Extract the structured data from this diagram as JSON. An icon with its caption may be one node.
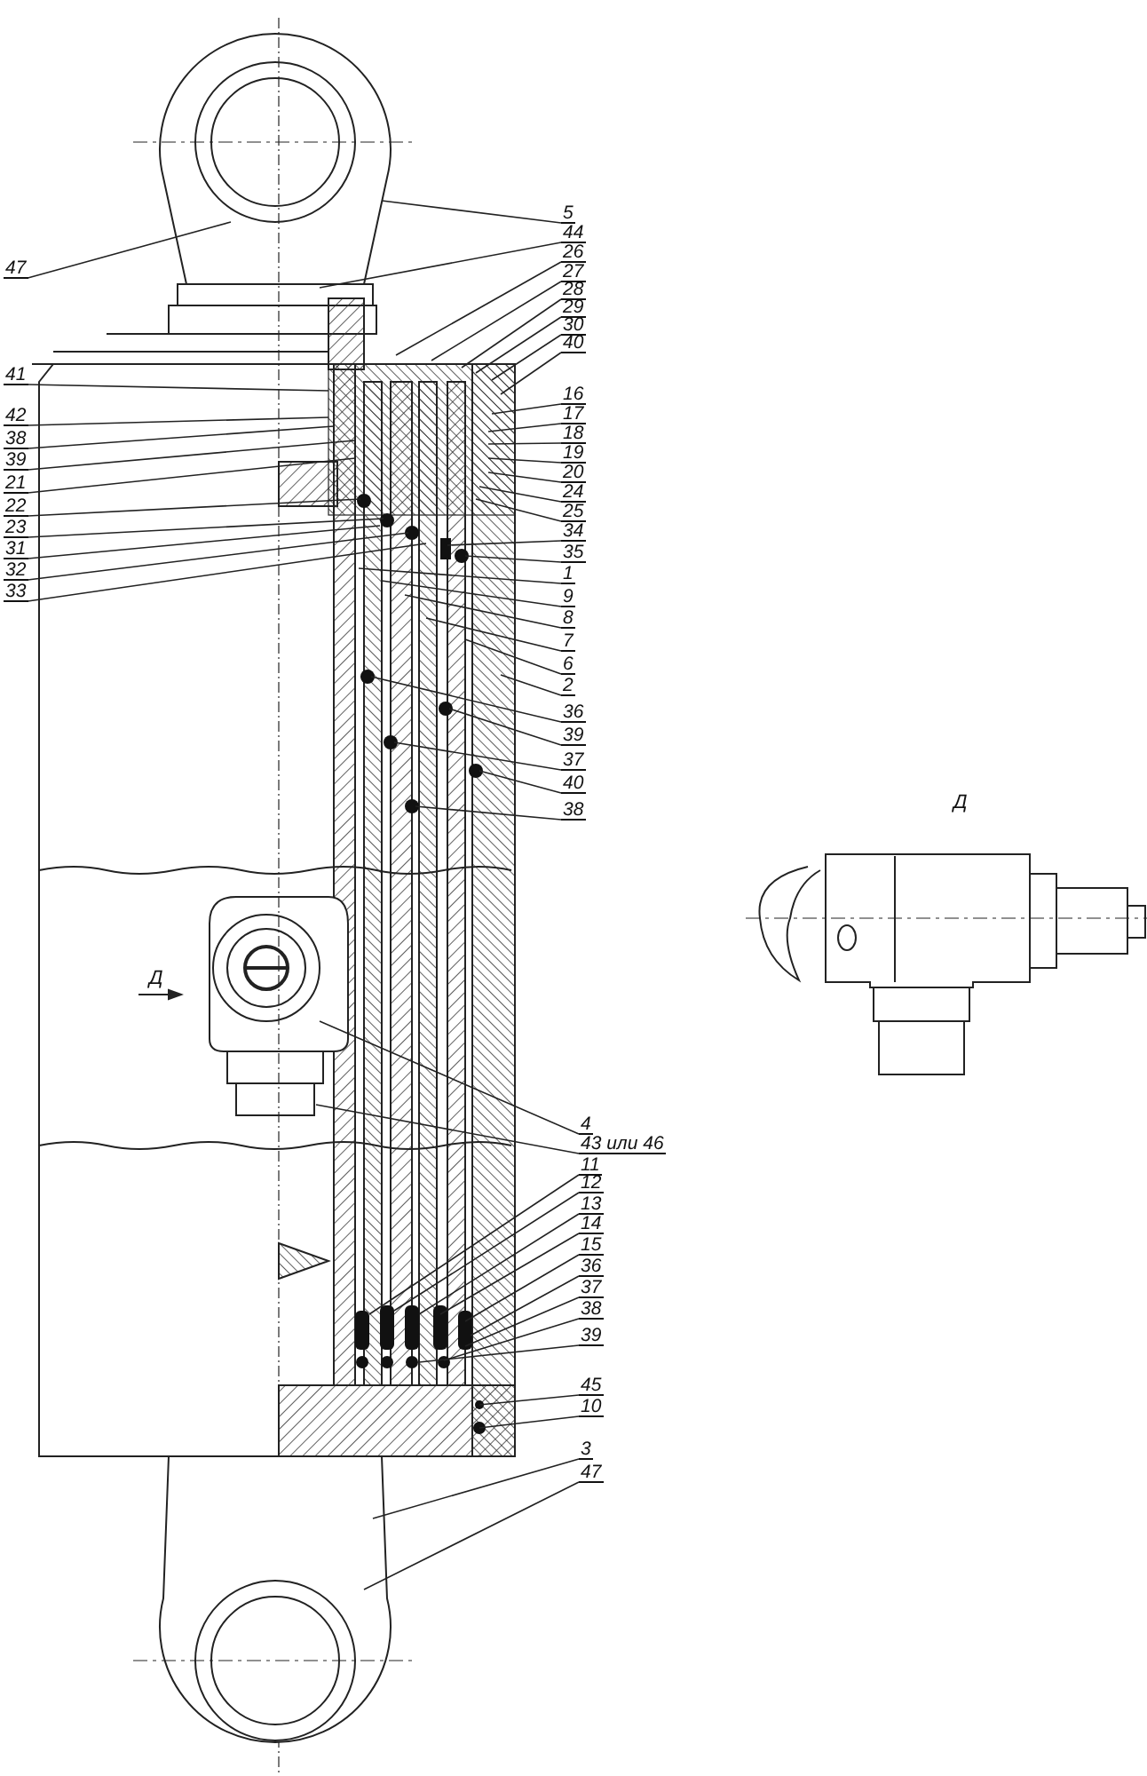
{
  "diagram": {
    "nodes": [
      {
        "text": [
          "5"
        ]
      },
      {
        "text": [
          "44"
        ]
      },
      {
        "text": [
          "26"
        ]
      },
      {
        "text": [
          "27"
        ]
      },
      {
        "text": [
          "28"
        ]
      },
      {
        "text": [
          "29"
        ]
      },
      {
        "text": [
          "30"
        ]
      },
      {
        "text": [
          "40"
        ]
      },
      {
        "text": [
          "16"
        ]
      },
      {
        "text": [
          "17"
        ]
      },
      {
        "text": [
          "18"
        ]
      },
      {
        "text": [
          "19"
        ]
      },
      {
        "text": [
          "20"
        ]
      },
      {
        "text": [
          "24"
        ]
      },
      {
        "text": [
          "25"
        ]
      },
      {
        "text": [
          "34"
        ]
      },
      {
        "text": [
          "35"
        ]
      },
      {
        "text": [
          "1"
        ]
      },
      {
        "text": [
          "9"
        ]
      },
      {
        "text": [
          "8"
        ]
      },
      {
        "text": [
          "7"
        ]
      },
      {
        "text": [
          "6"
        ]
      },
      {
        "text": [
          "2"
        ]
      },
      {
        "text": [
          "36"
        ]
      },
      {
        "text": [
          "39"
        ]
      },
      {
        "text": [
          "37"
        ]
      },
      {
        "text": [
          "40"
        ]
      },
      {
        "text": [
          "38"
        ]
      },
      {
        "text": [
          "47"
        ]
      },
      {
        "text": [
          "41"
        ]
      },
      {
        "text": [
          "42"
        ]
      },
      {
        "text": [
          "38"
        ]
      },
      {
        "text": [
          "39"
        ]
      },
      {
        "text": [
          "21"
        ]
      },
      {
        "text": [
          "22"
        ]
      },
      {
        "text": [
          "23"
        ]
      },
      {
        "text": [
          "31"
        ]
      },
      {
        "text": [
          "32"
        ]
      },
      {
        "text": [
          "33"
        ]
      },
      {
        "text": [
          "4"
        ]
      },
      {
        "text": [
          "43 или 46"
        ]
      },
      {
        "text": [
          "11"
        ]
      },
      {
        "text": [
          "12"
        ]
      },
      {
        "text": [
          "13"
        ]
      },
      {
        "text": [
          "14"
        ]
      },
      {
        "text": [
          "15"
        ]
      },
      {
        "text": [
          "36"
        ]
      },
      {
        "text": [
          "37"
        ]
      },
      {
        "text": [
          "38"
        ]
      },
      {
        "text": [
          "39"
        ]
      },
      {
        "text": [
          "45"
        ]
      },
      {
        "text": [
          "10"
        ]
      },
      {
        "text": [
          "3"
        ]
      },
      {
        "text": [
          "47"
        ]
      }
    ],
    "edges": [
      {
        "from": 0,
        "to": null,
        "arrow": "none"
      },
      {
        "from": 1,
        "to": null,
        "arrow": "none"
      },
      {
        "from": 2,
        "to": null,
        "arrow": "none"
      },
      {
        "from": 3,
        "to": null,
        "arrow": "none"
      },
      {
        "from": 4,
        "to": null,
        "arrow": "none"
      },
      {
        "from": 5,
        "to": null,
        "arrow": "none"
      },
      {
        "from": 6,
        "to": null,
        "arrow": "none"
      },
      {
        "from": 7,
        "to": null,
        "arrow": "none"
      },
      {
        "from": 8,
        "to": null,
        "arrow": "none"
      },
      {
        "from": 9,
        "to": null,
        "arrow": "none"
      },
      {
        "from": 10,
        "to": null,
        "arrow": "none"
      },
      {
        "from": 11,
        "to": null,
        "arrow": "none"
      },
      {
        "from": 12,
        "to": null,
        "arrow": "none"
      },
      {
        "from": 13,
        "to": null,
        "arrow": "none"
      },
      {
        "from": 14,
        "to": null,
        "arrow": "none"
      },
      {
        "from": 15,
        "to": null,
        "arrow": "none"
      },
      {
        "from": 16,
        "to": null,
        "arrow": "none"
      },
      {
        "from": 17,
        "to": null,
        "arrow": "none"
      },
      {
        "from": 18,
        "to": null,
        "arrow": "none"
      },
      {
        "from": 19,
        "to": null,
        "arrow": "none"
      },
      {
        "from": 20,
        "to": null,
        "arrow": "none"
      },
      {
        "from": 21,
        "to": null,
        "arrow": "none"
      },
      {
        "from": 22,
        "to": null,
        "arrow": "none"
      },
      {
        "from": 23,
        "to": null,
        "arrow": "none"
      },
      {
        "from": 24,
        "to": null,
        "arrow": "none"
      },
      {
        "from": 25,
        "to": null,
        "arrow": "none"
      },
      {
        "from": 26,
        "to": null,
        "arrow": "none"
      },
      {
        "from": 27,
        "to": null,
        "arrow": "none"
      },
      {
        "from": 28,
        "to": null,
        "arrow": "none"
      },
      {
        "from": 29,
        "to": null,
        "arrow": "none"
      },
      {
        "from": 30,
        "to": null,
        "arrow": "none"
      },
      {
        "from": 31,
        "to": null,
        "arrow": "none"
      },
      {
        "from": 32,
        "to": null,
        "arrow": "none"
      },
      {
        "from": 33,
        "to": null,
        "arrow": "none"
      },
      {
        "from": 34,
        "to": null,
        "arrow": "none"
      },
      {
        "from": 35,
        "to": null,
        "arrow": "none"
      },
      {
        "from": 36,
        "to": null,
        "arrow": "none"
      },
      {
        "from": 37,
        "to": null,
        "arrow": "none"
      },
      {
        "from": 38,
        "to": null,
        "arrow": "none"
      },
      {
        "from": 39,
        "to": null,
        "arrow": "none"
      },
      {
        "from": 40,
        "to": null,
        "arrow": "none"
      },
      {
        "from": 41,
        "to": null,
        "arrow": "none"
      },
      {
        "from": 42,
        "to": null,
        "arrow": "none"
      },
      {
        "from": 43,
        "to": null,
        "arrow": "none"
      },
      {
        "from": 44,
        "to": null,
        "arrow": "none"
      },
      {
        "from": 45,
        "to": null,
        "arrow": "none"
      },
      {
        "from": 46,
        "to": null,
        "arrow": "none"
      },
      {
        "from": 47,
        "to": null,
        "arrow": "none"
      },
      {
        "from": 48,
        "to": null,
        "arrow": "none"
      },
      {
        "from": 49,
        "to": null,
        "arrow": "none"
      },
      {
        "from": 50,
        "to": null,
        "arrow": "none"
      },
      {
        "from": 51,
        "to": null,
        "arrow": "none"
      },
      {
        "from": 52,
        "to": null,
        "arrow": "none"
      },
      {
        "from": 53,
        "to": null,
        "arrow": "none"
      }
    ],
    "labels": [
      "Д",
      "Д"
    ]
  }
}
